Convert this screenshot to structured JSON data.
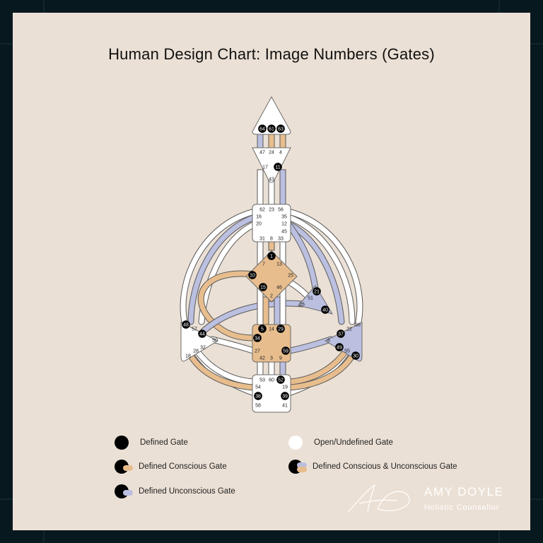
{
  "title": "Human Design Chart: Image Numbers (Gates)",
  "colors": {
    "background": "#07191f",
    "card": "#ebe0d5",
    "conscious": "#e8bd8d",
    "unconscious": "#bbbfe0",
    "defined": "#000000"
  },
  "centers": {
    "head": {
      "gates": [
        {
          "n": "64",
          "on": true
        },
        {
          "n": "61",
          "on": true
        },
        {
          "n": "63",
          "on": true
        }
      ]
    },
    "ajna": {
      "gates": [
        {
          "n": "47",
          "on": false
        },
        {
          "n": "24",
          "on": false
        },
        {
          "n": "4",
          "on": false
        },
        {
          "n": "17",
          "on": false
        },
        {
          "n": "11",
          "on": true
        },
        {
          "n": "43",
          "on": false
        }
      ]
    },
    "throat": {
      "gates": [
        {
          "n": "62",
          "on": false
        },
        {
          "n": "23",
          "on": false
        },
        {
          "n": "56",
          "on": false
        },
        {
          "n": "16",
          "on": false
        },
        {
          "n": "35",
          "on": false
        },
        {
          "n": "20",
          "on": false
        },
        {
          "n": "12",
          "on": false
        },
        {
          "n": "45",
          "on": false
        },
        {
          "n": "31",
          "on": false
        },
        {
          "n": "8",
          "on": false
        },
        {
          "n": "33",
          "on": false
        }
      ]
    },
    "g": {
      "gates": [
        {
          "n": "1",
          "on": true
        },
        {
          "n": "7",
          "on": false
        },
        {
          "n": "13",
          "on": false
        },
        {
          "n": "10",
          "on": true
        },
        {
          "n": "25",
          "on": false
        },
        {
          "n": "15",
          "on": true
        },
        {
          "n": "46",
          "on": false
        },
        {
          "n": "2",
          "on": false
        }
      ]
    },
    "heart": {
      "gates": [
        {
          "n": "21",
          "on": true
        },
        {
          "n": "51",
          "on": false
        },
        {
          "n": "26",
          "on": false
        },
        {
          "n": "40",
          "on": true
        }
      ]
    },
    "sacral": {
      "gates": [
        {
          "n": "5",
          "on": true
        },
        {
          "n": "14",
          "on": false
        },
        {
          "n": "29",
          "on": true
        },
        {
          "n": "34",
          "on": true
        },
        {
          "n": "27",
          "on": false
        },
        {
          "n": "59",
          "on": true
        },
        {
          "n": "42",
          "on": false
        },
        {
          "n": "3",
          "on": false
        },
        {
          "n": "9",
          "on": false
        }
      ]
    },
    "spleen": {
      "gates": [
        {
          "n": "48",
          "on": true
        },
        {
          "n": "57",
          "on": false
        },
        {
          "n": "44",
          "on": true
        },
        {
          "n": "50",
          "on": false
        },
        {
          "n": "32",
          "on": false
        },
        {
          "n": "28",
          "on": false
        },
        {
          "n": "18",
          "on": false
        }
      ]
    },
    "solar": {
      "gates": [
        {
          "n": "36",
          "on": false
        },
        {
          "n": "22",
          "on": false
        },
        {
          "n": "37",
          "on": true
        },
        {
          "n": "6",
          "on": false
        },
        {
          "n": "49",
          "on": true
        },
        {
          "n": "55",
          "on": false
        },
        {
          "n": "30",
          "on": true
        }
      ]
    },
    "root": {
      "gates": [
        {
          "n": "53",
          "on": false
        },
        {
          "n": "60",
          "on": false
        },
        {
          "n": "52",
          "on": true
        },
        {
          "n": "54",
          "on": false
        },
        {
          "n": "19",
          "on": false
        },
        {
          "n": "38",
          "on": true
        },
        {
          "n": "39",
          "on": true
        },
        {
          "n": "58",
          "on": false
        },
        {
          "n": "41",
          "on": false
        }
      ]
    }
  },
  "legend": {
    "defined": "Defined Gate",
    "open": "Open/Undefined Gate",
    "conscious": "Defined Conscious Gate",
    "both": "Defined Conscious & Unconscious Gate",
    "unconscious": "Defined Unconscious Gate"
  },
  "brand": {
    "name": "AMY DOYLE",
    "subtitle": "Holistic Counsellor"
  }
}
